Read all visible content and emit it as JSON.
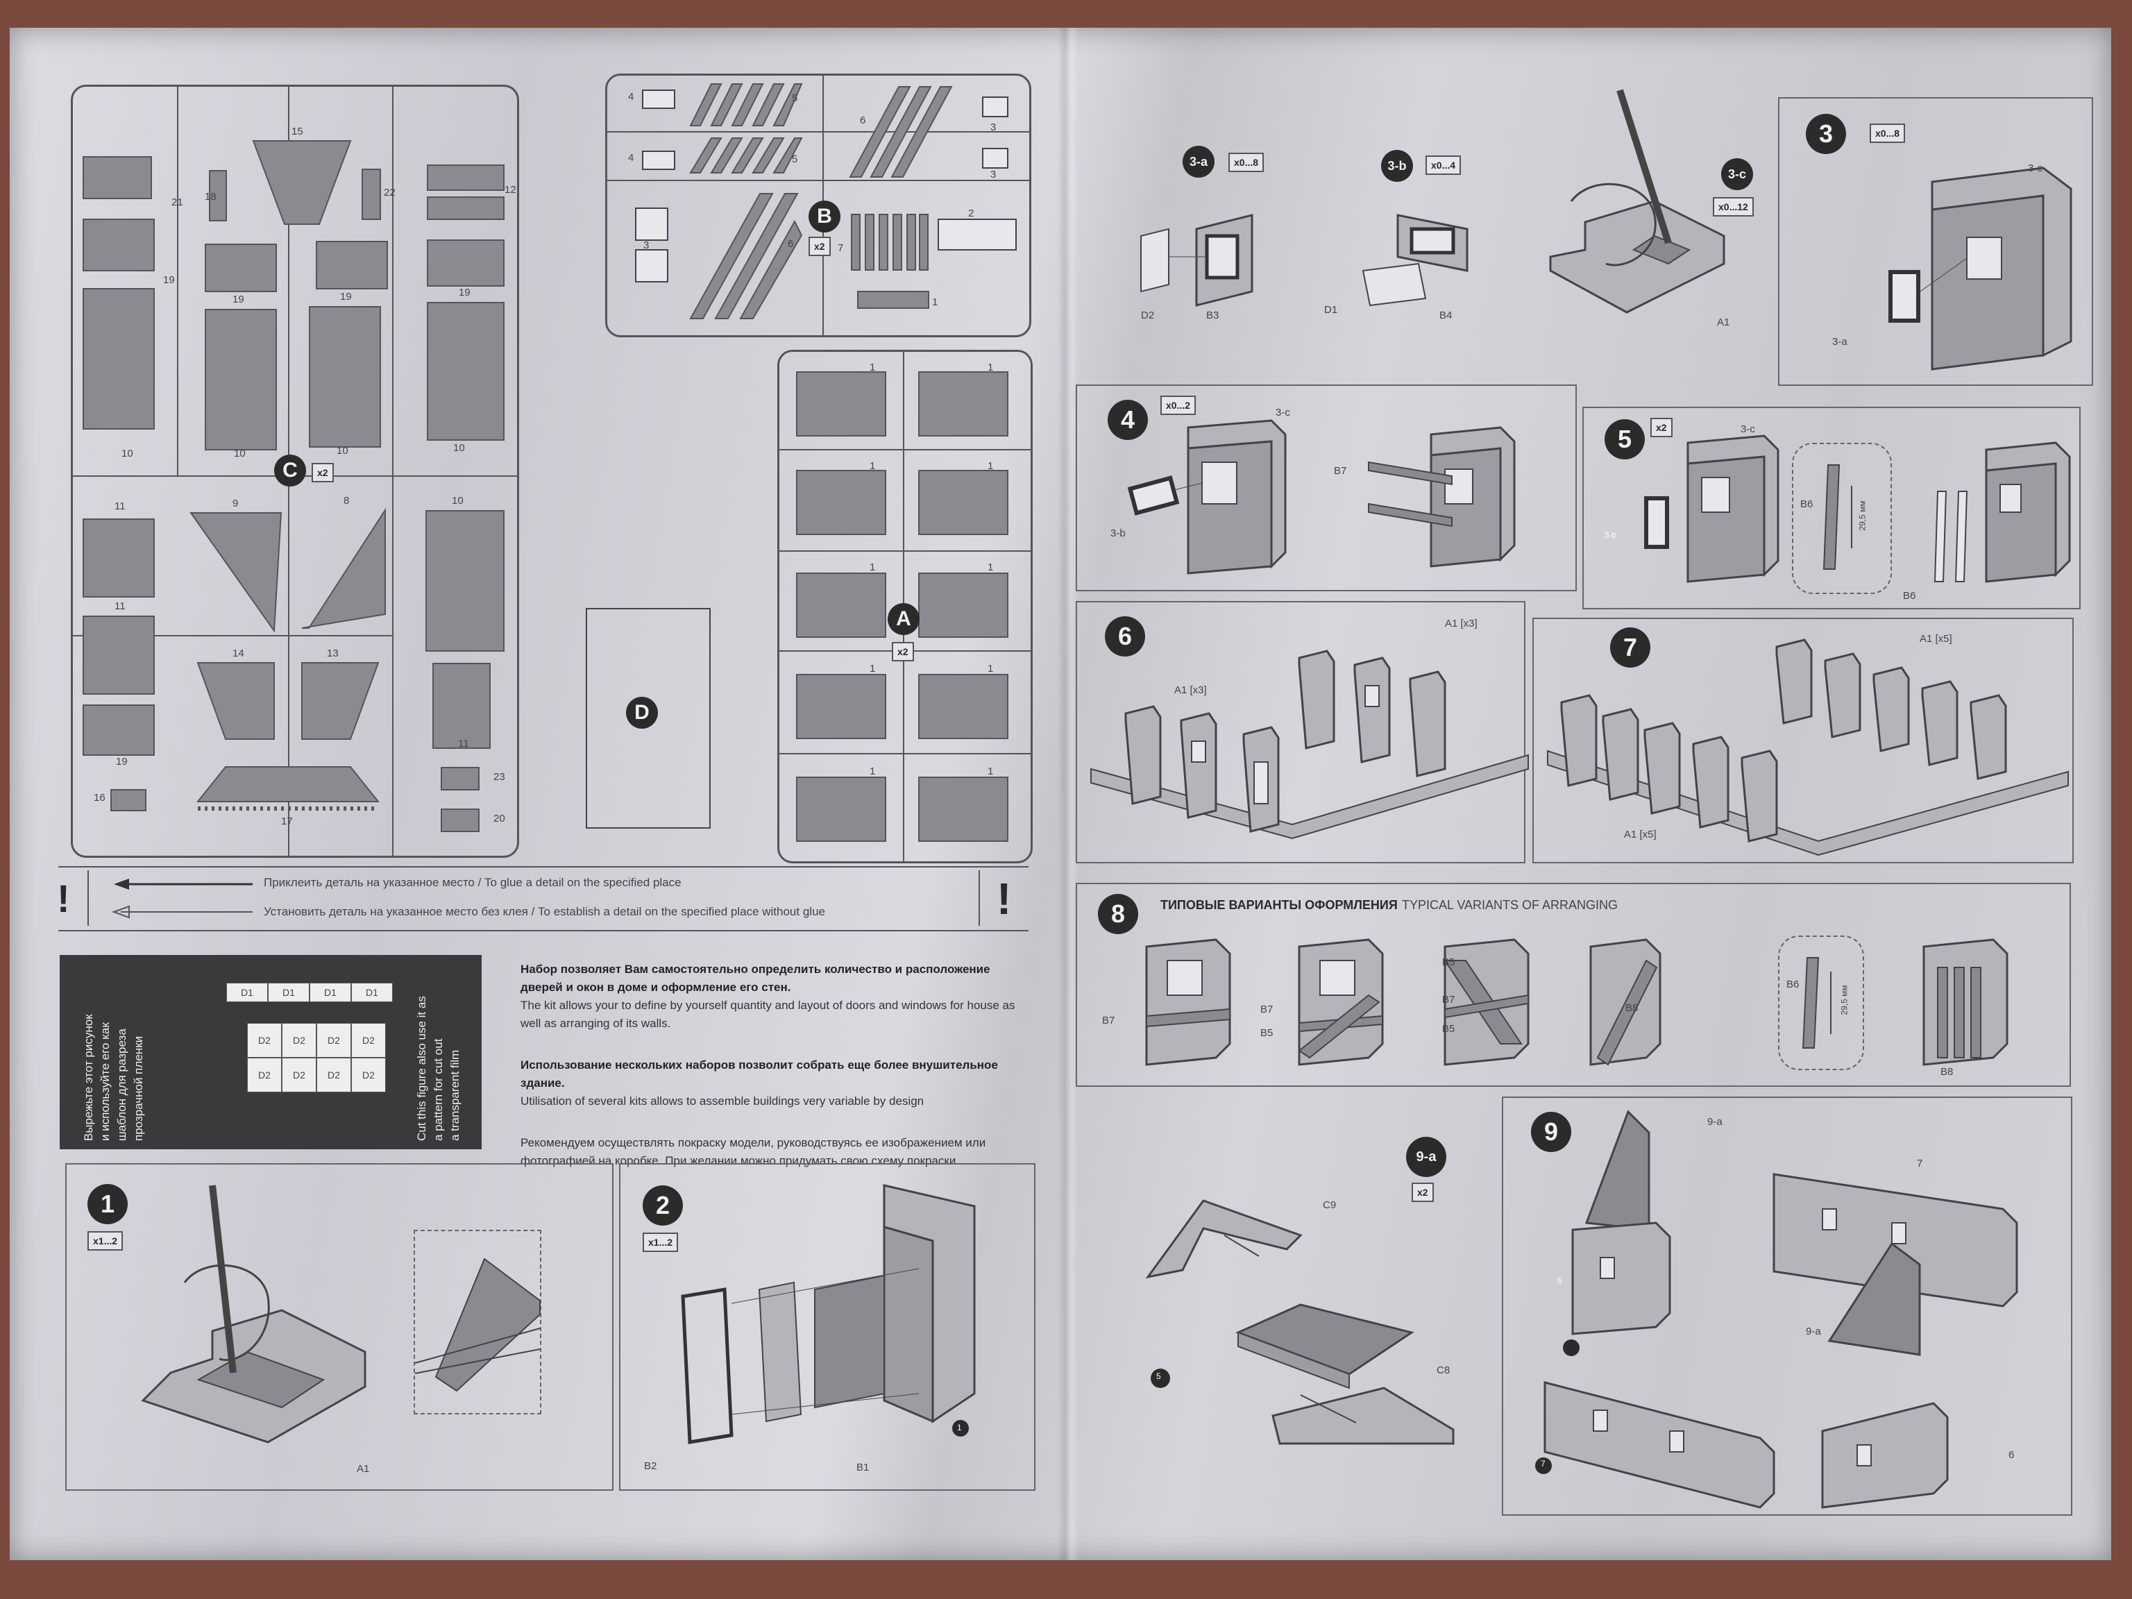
{
  "sprues": {
    "c": {
      "letter": "C",
      "count": "x2",
      "numbers": [
        "15",
        "21",
        "18",
        "22",
        "12",
        "19",
        "19",
        "19",
        "19",
        "10",
        "10",
        "10",
        "10",
        "11",
        "9",
        "8",
        "10",
        "11",
        "14",
        "13",
        "11",
        "16",
        "17",
        "23",
        "20",
        "19"
      ]
    },
    "b": {
      "letter": "B",
      "count": "x2",
      "numbers": [
        "4",
        "5",
        "4",
        "5",
        "6",
        "3",
        "3",
        "2",
        "3",
        "6",
        "7",
        "1"
      ]
    },
    "a": {
      "letter": "A",
      "count": "x2",
      "numbers": [
        "1",
        "1",
        "1",
        "1",
        "1",
        "1",
        "1",
        "1",
        "1",
        "1"
      ]
    },
    "d": {
      "letter": "D"
    }
  },
  "legend": {
    "glue": "Приклеить деталь на указанное место / To glue a detail on the specified place",
    "no_glue": "Установить деталь на указанное место без клея / To establish a detail on the specified place without glue",
    "mark": "!"
  },
  "template_box": {
    "ru": [
      "Вырежьте этот рисунок",
      "и используйте его как",
      "шаблон для разреза",
      "прозрачной пленки"
    ],
    "en": [
      "Cut this figure also use it as",
      "a pattern for cut out",
      "a transparent film"
    ],
    "d1": [
      "D1",
      "D1",
      "D1",
      "D1"
    ],
    "d2": [
      "D2",
      "D2",
      "D2",
      "D2",
      "D2",
      "D2",
      "D2",
      "D2"
    ]
  },
  "notes": {
    "p1_ru": "Набор позволяет Вам самостоятельно определить количество и расположение дверей и окон в доме и оформление его стен.",
    "p1_en": "The kit allows your to define by yourself quantity and layout of doors and windows for house as well as arranging of its walls.",
    "p2_ru": "Использование нескольких наборов позволит собрать еще более внушительное здание.",
    "p2_en": "Utilisation of several kits allows to assemble buildings very variable by design",
    "p3_ru": "Рекомендуем осуществлять покраску модели, руководствуясь ее изображением или фотографией на коробке. При желании можно придумать свою схему покраски."
  },
  "steps": {
    "s1": {
      "num": "1",
      "qty": "x1...2",
      "labels": [
        "A1"
      ]
    },
    "s2": {
      "num": "2",
      "qty": "x1...2",
      "labels": [
        "B2",
        "B1",
        "1"
      ]
    },
    "s9a": {
      "num": "9-a",
      "qty": "x2",
      "labels": [
        "C9",
        "5",
        "C8"
      ]
    },
    "s3a": {
      "num": "3-a",
      "qty": "x0...8",
      "labels": [
        "D2",
        "B3"
      ]
    },
    "s3b": {
      "num": "3-b",
      "qty": "x0...4",
      "labels": [
        "D1",
        "B4"
      ]
    },
    "s3c": {
      "num": "3-c",
      "qty": "x0...12",
      "labels": [
        "A1"
      ]
    },
    "s3": {
      "num": "3",
      "qty": "x0...8",
      "labels": [
        "3-c",
        "3-a"
      ]
    },
    "s4": {
      "num": "4",
      "qty": "x0...2",
      "labels": [
        "3-c",
        "3-b",
        "B7"
      ]
    },
    "s5": {
      "num": "5",
      "qty": "x2",
      "labels": [
        "3-c",
        "3-b",
        "B6",
        "29,5 мм",
        "B6"
      ]
    },
    "s6": {
      "num": "6",
      "labels": [
        "A1 [x3]",
        "A1 [x3]"
      ]
    },
    "s7": {
      "num": "7",
      "labels": [
        "A1 [x5]",
        "A1 [x5]"
      ]
    },
    "s8": {
      "num": "8",
      "title_ru": "ТИПОВЫЕ ВАРИАНТЫ ОФОРМЛЕНИЯ",
      "title_en": "TYPICAL VARIANTS OF ARRANGING",
      "labels": [
        "B7",
        "B7",
        "B5",
        "B5",
        "B7",
        "B5",
        "B8",
        "B6",
        "29,5 мм",
        "B8"
      ]
    },
    "s9": {
      "num": "9",
      "labels": [
        "9-a",
        "7",
        "6",
        "9-a",
        "6",
        "7"
      ]
    }
  },
  "colors": {
    "paper": "#d2d3d9",
    "background": "#7a4a3e",
    "ink": "#2b2b2b",
    "part": "#8a8b91"
  }
}
